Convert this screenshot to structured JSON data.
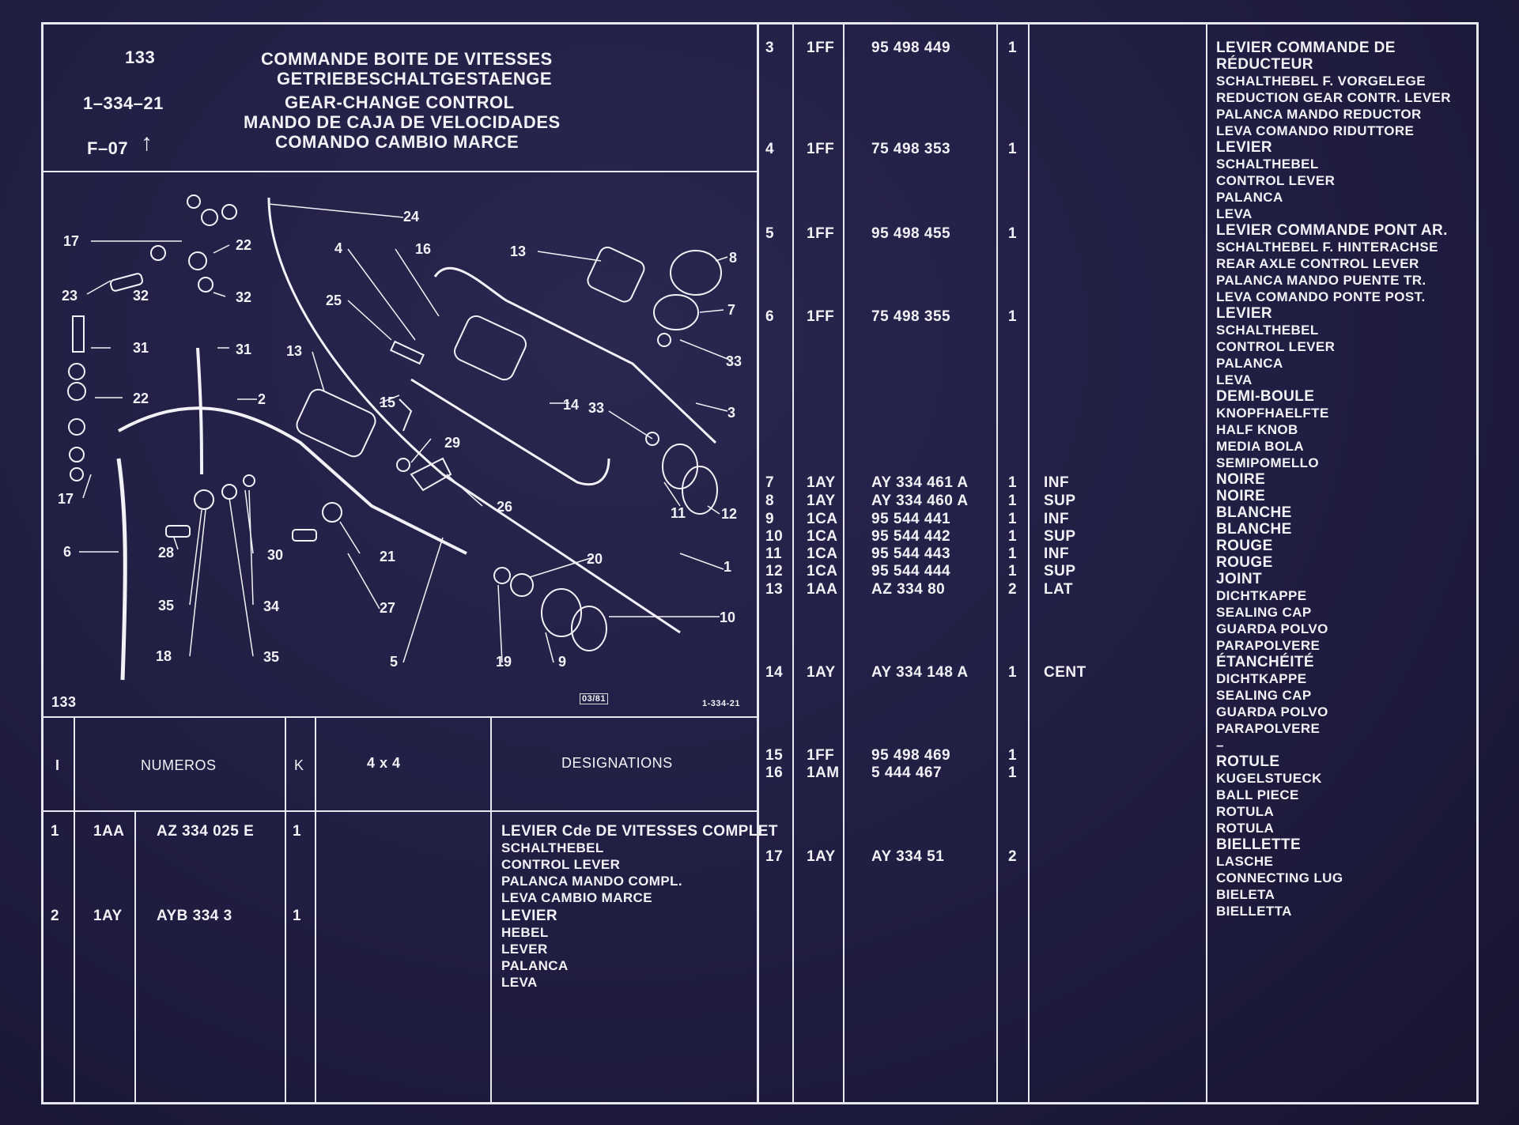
{
  "header": {
    "page_no": "133",
    "ref_code": "1–334–21",
    "fig_code": "F–07",
    "titles": [
      "COMMANDE BOITE DE VITESSES",
      "GETRIEBESCHALTGESTAENGE",
      "GEAR-CHANGE CONTROL",
      "MANDO DE CAJA DE VELOCIDADES",
      "COMANDO CAMBIO MARCE"
    ]
  },
  "diagram": {
    "page_no": "133",
    "date": "03/81",
    "ref": "1-334-21",
    "callouts": [
      "1",
      "2",
      "3",
      "4",
      "5",
      "6",
      "7",
      "8",
      "9",
      "10",
      "11",
      "12",
      "13",
      "13",
      "14",
      "15",
      "16",
      "17",
      "17",
      "18",
      "19",
      "20",
      "21",
      "22",
      "22",
      "23",
      "24",
      "25",
      "26",
      "27",
      "28",
      "29",
      "30",
      "31",
      "31",
      "32",
      "32",
      "33",
      "33",
      "34",
      "35",
      "35"
    ]
  },
  "columns": {
    "i": "I",
    "numeros": "NUMEROS",
    "k": "K",
    "model": "4 x 4",
    "designations": "DESIGNATIONS"
  },
  "left_rows": [
    {
      "i": "1",
      "c": "1AA",
      "num": "AZ  334  025  E",
      "k": "1",
      "des": [
        "LEVIER Cde DE VITESSES COMPLET",
        "SCHALTHEBEL",
        "CONTROL LEVER",
        "PALANCA MANDO COMPL.",
        "LEVA CAMBIO MARCE"
      ]
    },
    {
      "i": "2",
      "c": "1AY",
      "num": "AYB  334    3",
      "k": "1",
      "des": [
        "LEVIER",
        "HEBEL",
        "LEVER",
        "PALANCA",
        "LEVA"
      ]
    }
  ],
  "right_rows": [
    {
      "i": "3",
      "c": "1FF",
      "num": "95  498  449",
      "k": "1",
      "pos": ""
    },
    {
      "i": "4",
      "c": "1FF",
      "num": "75  498  353",
      "k": "1",
      "pos": ""
    },
    {
      "i": "5",
      "c": "1FF",
      "num": "95  498  455",
      "k": "1",
      "pos": ""
    },
    {
      "i": "6",
      "c": "1FF",
      "num": "75  498  355",
      "k": "1",
      "pos": ""
    },
    {
      "i": "7",
      "c": "1AY",
      "num": "AY  334  461  A",
      "k": "1",
      "pos": "INF"
    },
    {
      "i": "8",
      "c": "1AY",
      "num": "AY  334  460  A",
      "k": "1",
      "pos": "SUP"
    },
    {
      "i": "9",
      "c": "1CA",
      "num": "95  544  441",
      "k": "1",
      "pos": "INF"
    },
    {
      "i": "10",
      "c": "1CA",
      "num": "95  544  442",
      "k": "1",
      "pos": "SUP"
    },
    {
      "i": "11",
      "c": "1CA",
      "num": "95  544  443",
      "k": "1",
      "pos": "INF"
    },
    {
      "i": "12",
      "c": "1CA",
      "num": "95  544  444",
      "k": "1",
      "pos": "SUP"
    },
    {
      "i": "13",
      "c": "1AA",
      "num": "AZ  334    80",
      "k": "2",
      "pos": "LAT"
    },
    {
      "i": "14",
      "c": "1AY",
      "num": "AY  334  148  A",
      "k": "1",
      "pos": "CENT"
    },
    {
      "i": "15",
      "c": "1FF",
      "num": "95  498  469",
      "k": "1",
      "pos": ""
    },
    {
      "i": "16",
      "c": "1AM",
      "num": "5  444  467",
      "k": "1",
      "pos": ""
    },
    {
      "i": "17",
      "c": "1AY",
      "num": "AY  334    51",
      "k": "2",
      "pos": ""
    }
  ],
  "right_des": [
    {
      "text": "LEVIER COMMANDE DE",
      "head": true
    },
    {
      "text": "RÉDUCTEUR",
      "head": true
    },
    {
      "text": "SCHALTHEBEL F. VORGELEGE",
      "head": false
    },
    {
      "text": "REDUCTION GEAR CONTR. LEVER",
      "head": false
    },
    {
      "text": "PALANCA MANDO REDUCTOR",
      "head": false
    },
    {
      "text": "LEVA COMANDO RIDUTTORE",
      "head": false
    },
    {
      "text": "LEVIER",
      "head": true
    },
    {
      "text": "SCHALTHEBEL",
      "head": false
    },
    {
      "text": "CONTROL LEVER",
      "head": false
    },
    {
      "text": "PALANCA",
      "head": false
    },
    {
      "text": "LEVA",
      "head": false
    },
    {
      "text": "LEVIER COMMANDE PONT AR.",
      "head": true
    },
    {
      "text": "SCHALTHEBEL F. HINTERACHSE",
      "head": false
    },
    {
      "text": "REAR AXLE CONTROL LEVER",
      "head": false
    },
    {
      "text": "PALANCA MANDO PUENTE TR.",
      "head": false
    },
    {
      "text": "LEVA COMANDO PONTE POST.",
      "head": false
    },
    {
      "text": "LEVIER",
      "head": true
    },
    {
      "text": "SCHALTHEBEL",
      "head": false
    },
    {
      "text": "CONTROL LEVER",
      "head": false
    },
    {
      "text": "PALANCA",
      "head": false
    },
    {
      "text": "LEVA",
      "head": false
    },
    {
      "text": "DEMI-BOULE",
      "head": true
    },
    {
      "text": "KNOPFHAELFTE",
      "head": false
    },
    {
      "text": "HALF KNOB",
      "head": false
    },
    {
      "text": "MEDIA BOLA",
      "head": false
    },
    {
      "text": "SEMIPOMELLO",
      "head": false
    },
    {
      "text": "NOIRE",
      "head": true
    },
    {
      "text": "NOIRE",
      "head": true
    },
    {
      "text": "BLANCHE",
      "head": true
    },
    {
      "text": "BLANCHE",
      "head": true
    },
    {
      "text": "ROUGE",
      "head": true
    },
    {
      "text": "ROUGE",
      "head": true
    },
    {
      "text": "JOINT",
      "head": true
    },
    {
      "text": "DICHTKAPPE",
      "head": false
    },
    {
      "text": "SEALING CAP",
      "head": false
    },
    {
      "text": "GUARDA POLVO",
      "head": false
    },
    {
      "text": "PARAPOLVERE",
      "head": false
    },
    {
      "text": "ÉTANCHÉITÉ",
      "head": true
    },
    {
      "text": "DICHTKAPPE",
      "head": false
    },
    {
      "text": "SEALING CAP",
      "head": false
    },
    {
      "text": "GUARDA POLVO",
      "head": false
    },
    {
      "text": "PARAPOLVERE",
      "head": false
    },
    {
      "text": "–",
      "head": false
    },
    {
      "text": "ROTULE",
      "head": true
    },
    {
      "text": "KUGELSTUECK",
      "head": false
    },
    {
      "text": "BALL PIECE",
      "head": false
    },
    {
      "text": "ROTULA",
      "head": false
    },
    {
      "text": "ROTULA",
      "head": false
    },
    {
      "text": "BIELLETTE",
      "head": true
    },
    {
      "text": "LASCHE",
      "head": false
    },
    {
      "text": "CONNECTING LUG",
      "head": false
    },
    {
      "text": "BIELETA",
      "head": false
    },
    {
      "text": "BIELLETTA",
      "head": false
    }
  ]
}
